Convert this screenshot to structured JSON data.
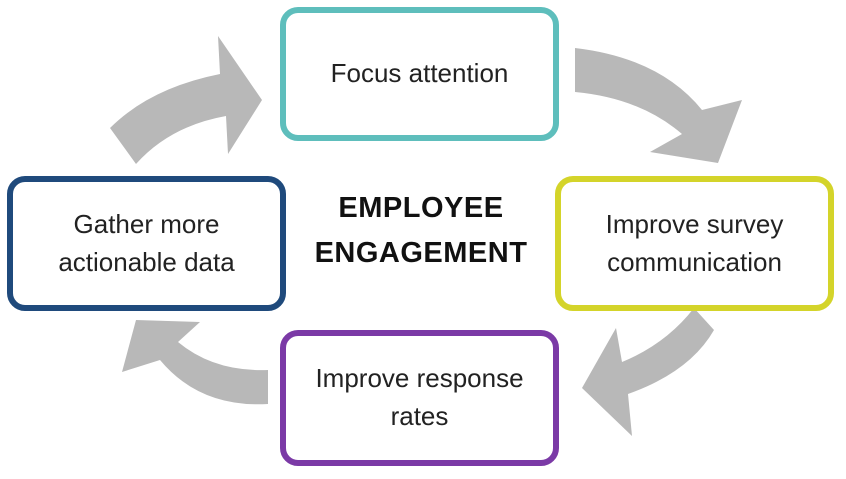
{
  "diagram": {
    "center": {
      "line1": "EMPLOYEE",
      "line2": "ENGAGEMENT"
    },
    "nodes": [
      {
        "id": "top",
        "lines": [
          "Focus attention"
        ],
        "border_color": "#5ebebc"
      },
      {
        "id": "right",
        "lines": [
          "Improve survey",
          "communication"
        ],
        "border_color": "#d4d42a"
      },
      {
        "id": "bottom",
        "lines": [
          "Improve response",
          "rates"
        ],
        "border_color": "#7b3aa6"
      },
      {
        "id": "left",
        "lines": [
          "Gather more",
          "actionable data"
        ],
        "border_color": "#1f4a7c"
      }
    ],
    "arrow_color": "#b8b8b8",
    "arrow_icon": "curved-arrow-icon"
  }
}
